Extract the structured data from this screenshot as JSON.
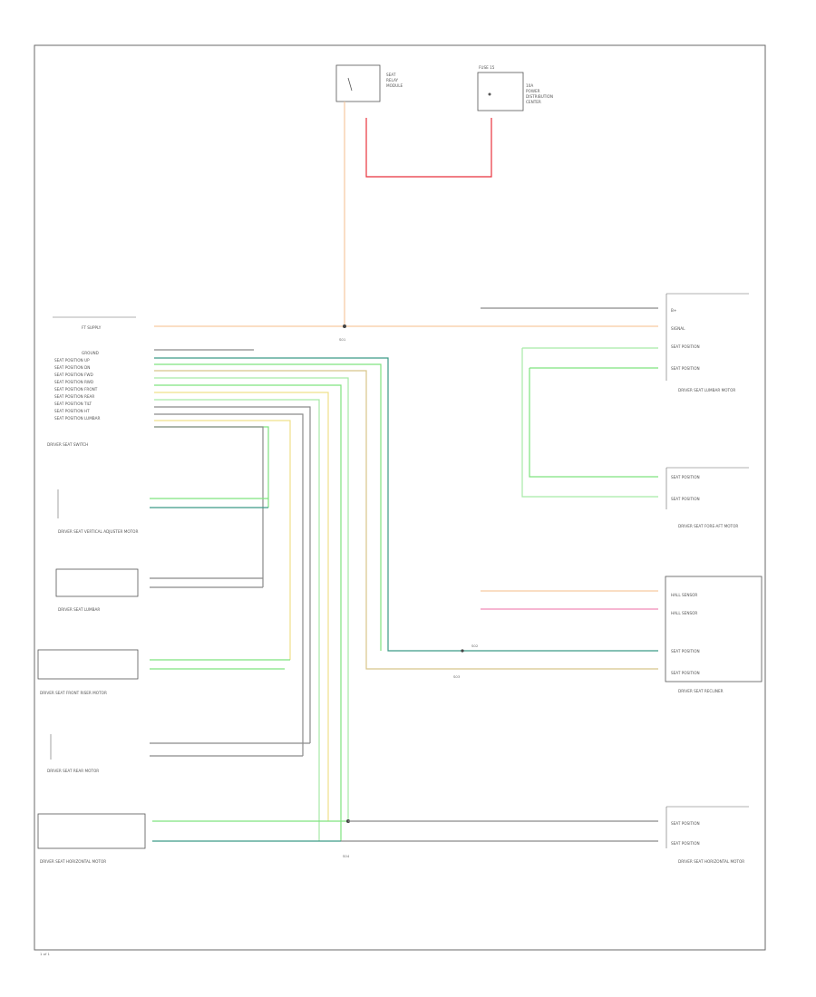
{
  "colors": {
    "orange": "#f6c9a0",
    "red": "#e8323c",
    "green": "#7fe37f",
    "lightgreen": "#a6eaa6",
    "blackwire": "#8a8a8a",
    "yellow": "#efe08a",
    "tan": "#d8c58a",
    "pink": "#f08ab8",
    "teal": "#3c9a86",
    "darkgreen": "#2f7c3b",
    "blue": "#6fa8dc",
    "frame": "#6a6a6a"
  },
  "labels": {
    "top_relay": [
      "SEAT",
      "RELAY",
      "MODULE"
    ],
    "top_fuse": [
      "FUSE 15",
      "10A",
      "POWER",
      "DISTRIBUTION",
      "CENTER"
    ],
    "switch_head": "DRIVER SEAT SWITCH",
    "switch_rows": [
      "FT SUPPLY",
      "GROUND",
      "SEAT POSITION UP",
      "SEAT POSITION DN",
      "SEAT POSITION FWD",
      "SEAT POSITION RWD",
      "SEAT POSITION FRONT",
      "SEAT POSITION REAR",
      "SEAT POSITION TILT",
      "SEAT POSITION HT",
      "SEAT POSITION LUMBAR"
    ],
    "motor1": "DRIVER SEAT VERTICAL ADJUSTER MOTOR",
    "motor2": "DRIVER SEAT LUMBAR",
    "motor3": "DRIVER SEAT FRONT RISER MOTOR",
    "motor4": "DRIVER SEAT REAR MOTOR",
    "motor5": "DRIVER SEAT HORIZONTAL MOTOR",
    "right1": [
      "B+",
      "SIGNAL",
      "SEAT POSITION",
      "SEAT POSITION"
    ],
    "right1_caption": "DRIVER SEAT LUMBAR MOTOR",
    "right2": [
      "SEAT POSITION",
      "SEAT POSITION"
    ],
    "right2_caption": "DRIVER SEAT FORE-AFT MOTOR",
    "right3": [
      "HALL SENSOR",
      "HALL SENSOR",
      "SEAT POSITION",
      "SEAT POSITION"
    ],
    "right3_caption": "DRIVER SEAT RECLINER",
    "right4": [
      "SEAT POSITION",
      "SEAT POSITION"
    ],
    "right4_caption": "DRIVER SEAT HORIZONTAL MOTOR",
    "splices": [
      "S01",
      "S02",
      "S03",
      "S04"
    ],
    "footer": "1 of 1"
  }
}
